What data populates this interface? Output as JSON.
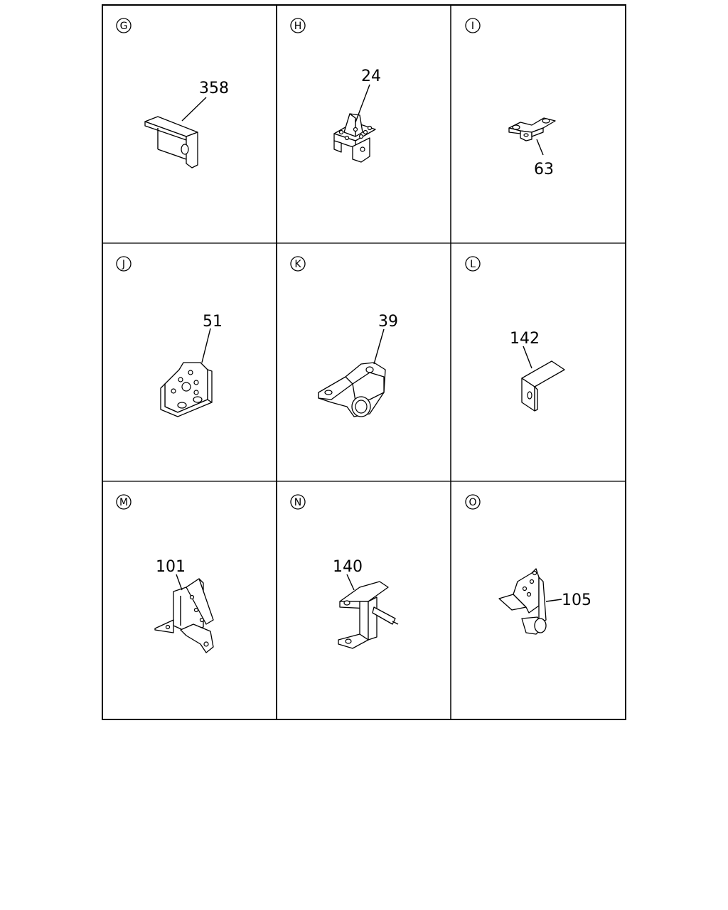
{
  "panels": [
    {
      "letter": "G",
      "part": "358"
    },
    {
      "letter": "H",
      "part": "24"
    },
    {
      "letter": "I",
      "part": "63"
    },
    {
      "letter": "J",
      "part": "51"
    },
    {
      "letter": "K",
      "part": "39"
    },
    {
      "letter": "L",
      "part": "142"
    },
    {
      "letter": "M",
      "part": "101"
    },
    {
      "letter": "N",
      "part": "140"
    },
    {
      "letter": "O",
      "part": "105"
    }
  ]
}
